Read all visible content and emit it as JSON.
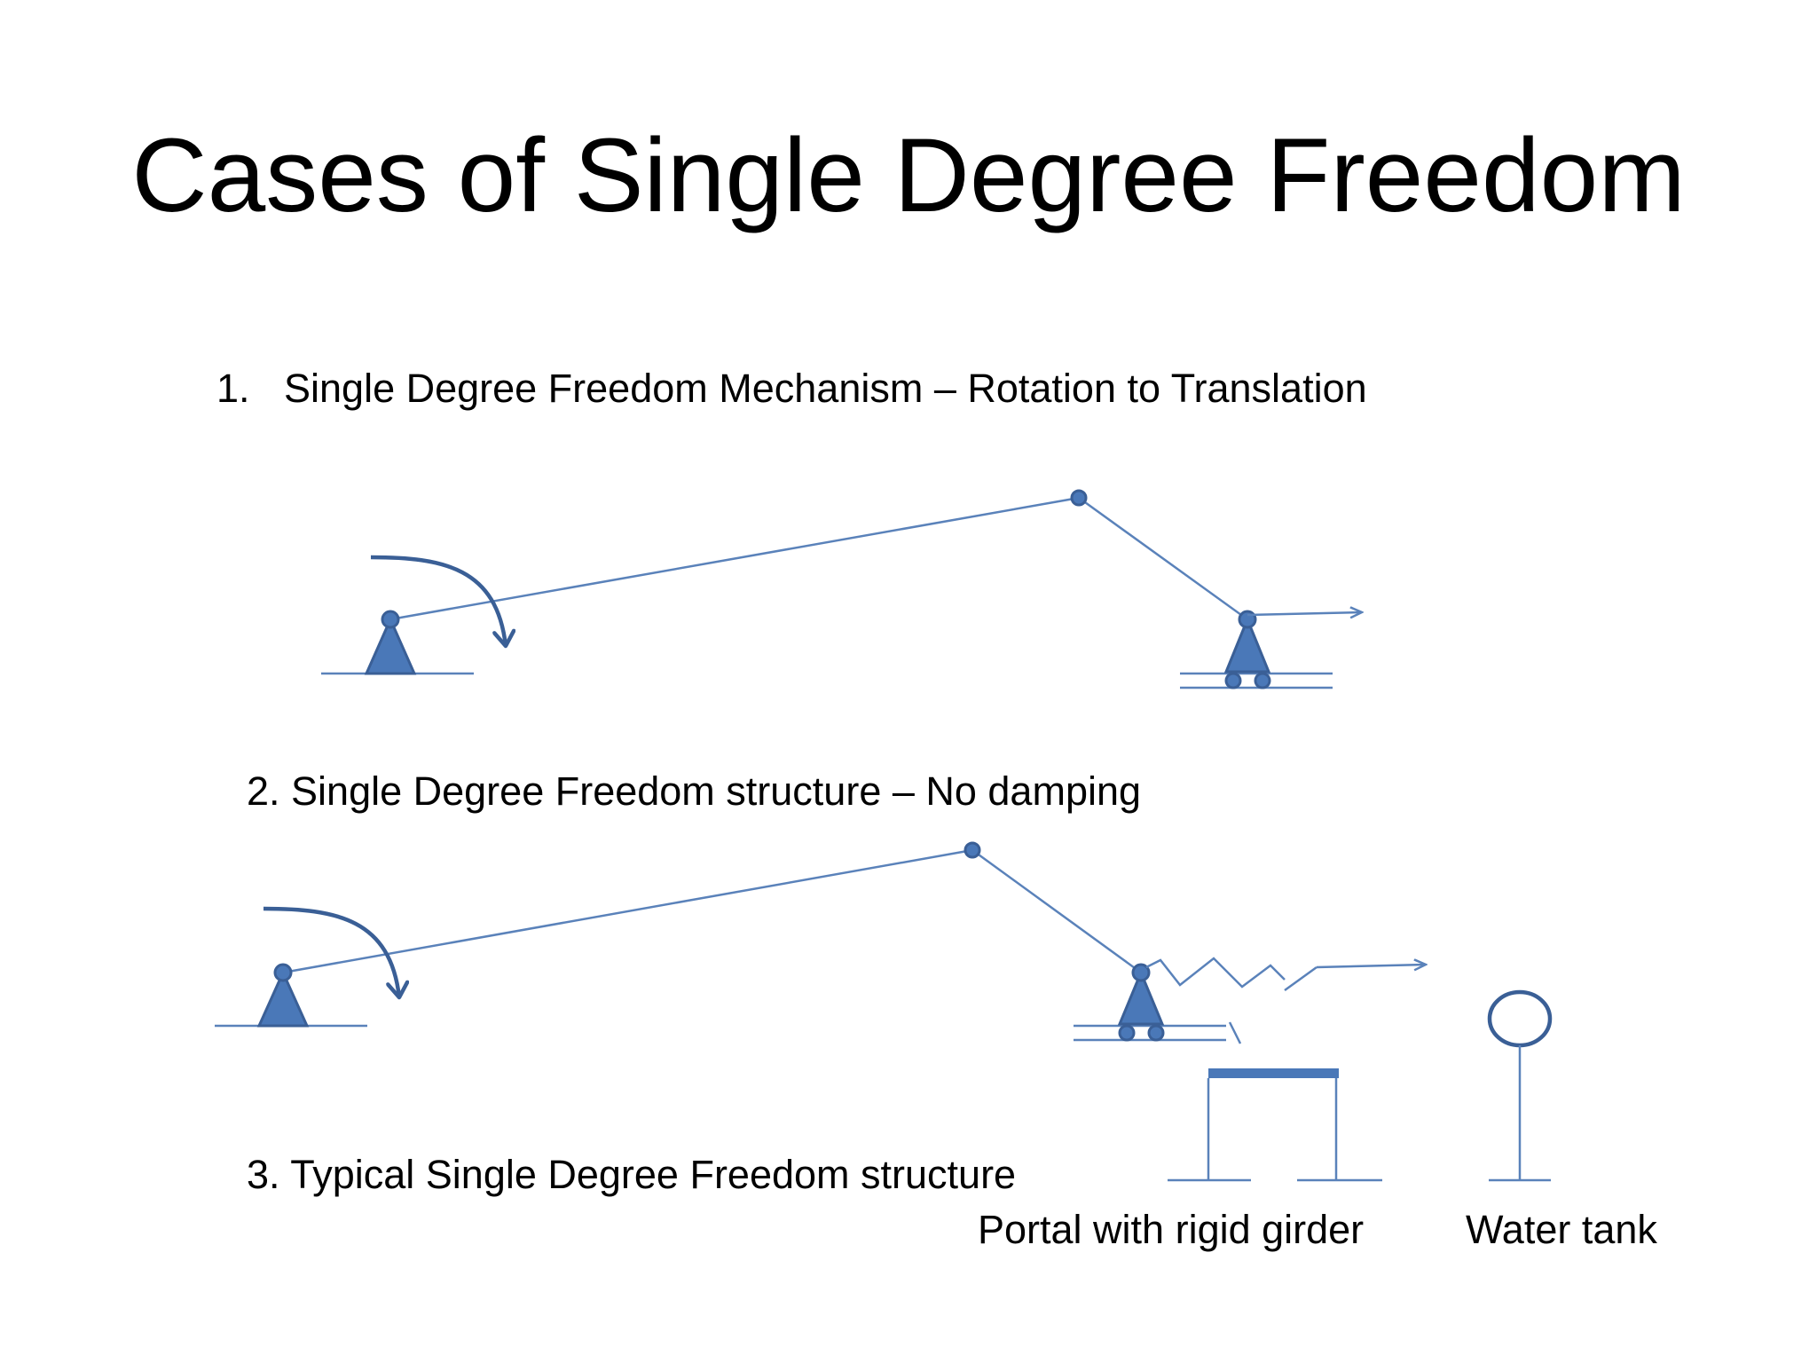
{
  "slide": {
    "title": "Cases of Single Degree Freedom",
    "items": [
      {
        "number": "1.",
        "text": "Single Degree Freedom Mechanism – Rotation to Translation"
      },
      {
        "text": "2. Single Degree Freedom structure – No damping"
      },
      {
        "text": "3. Typical Single Degree Freedom structure"
      }
    ],
    "labels": {
      "portal": "Portal with rigid girder",
      "water_tank": "Water tank"
    }
  },
  "colors": {
    "diagram_fill": "#4a78b8",
    "diagram_stroke": "#3a5f96",
    "line": "#5a82ba",
    "text": "#000000"
  }
}
